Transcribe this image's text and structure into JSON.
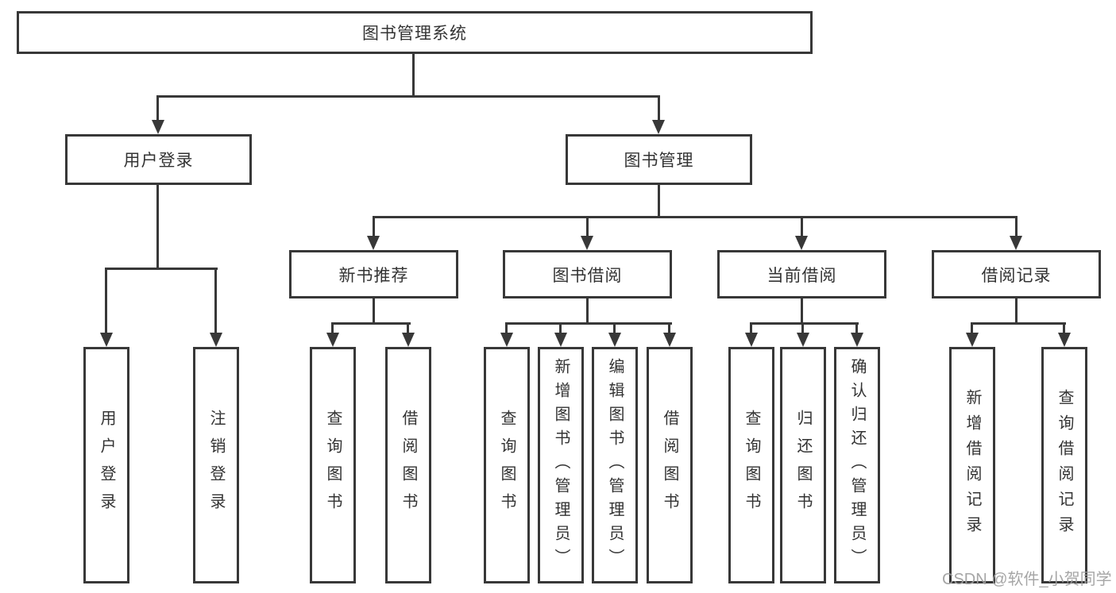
{
  "diagram": {
    "root": {
      "label": "图书管理系统"
    },
    "level2": [
      {
        "label": "用户登录"
      },
      {
        "label": "图书管理"
      }
    ],
    "level3": [
      {
        "label": "新书推荐"
      },
      {
        "label": "图书借阅"
      },
      {
        "label": "当前借阅"
      },
      {
        "label": "借阅记录"
      }
    ],
    "leaves": {
      "user_login": [
        "用户登录",
        "注销登录"
      ],
      "new_book_recommend": [
        "查询图书",
        "借阅图书"
      ],
      "book_borrow": [
        "查询图书",
        "新增图书（管理员）",
        "编辑图书（管理员）",
        "借阅图书"
      ],
      "current_borrow": [
        "查询图书",
        "归还图书",
        "确认归还（管理员）"
      ],
      "borrow_records": [
        "新增借阅记录",
        "查询借阅记录"
      ]
    },
    "colors": {
      "line": "#383838",
      "box_fill": "#ffffff",
      "text": "#333333",
      "background": "#ffffff",
      "watermark": "#9e9e9e"
    }
  },
  "watermark": {
    "text": "CSDN @软件_小贺同学"
  }
}
